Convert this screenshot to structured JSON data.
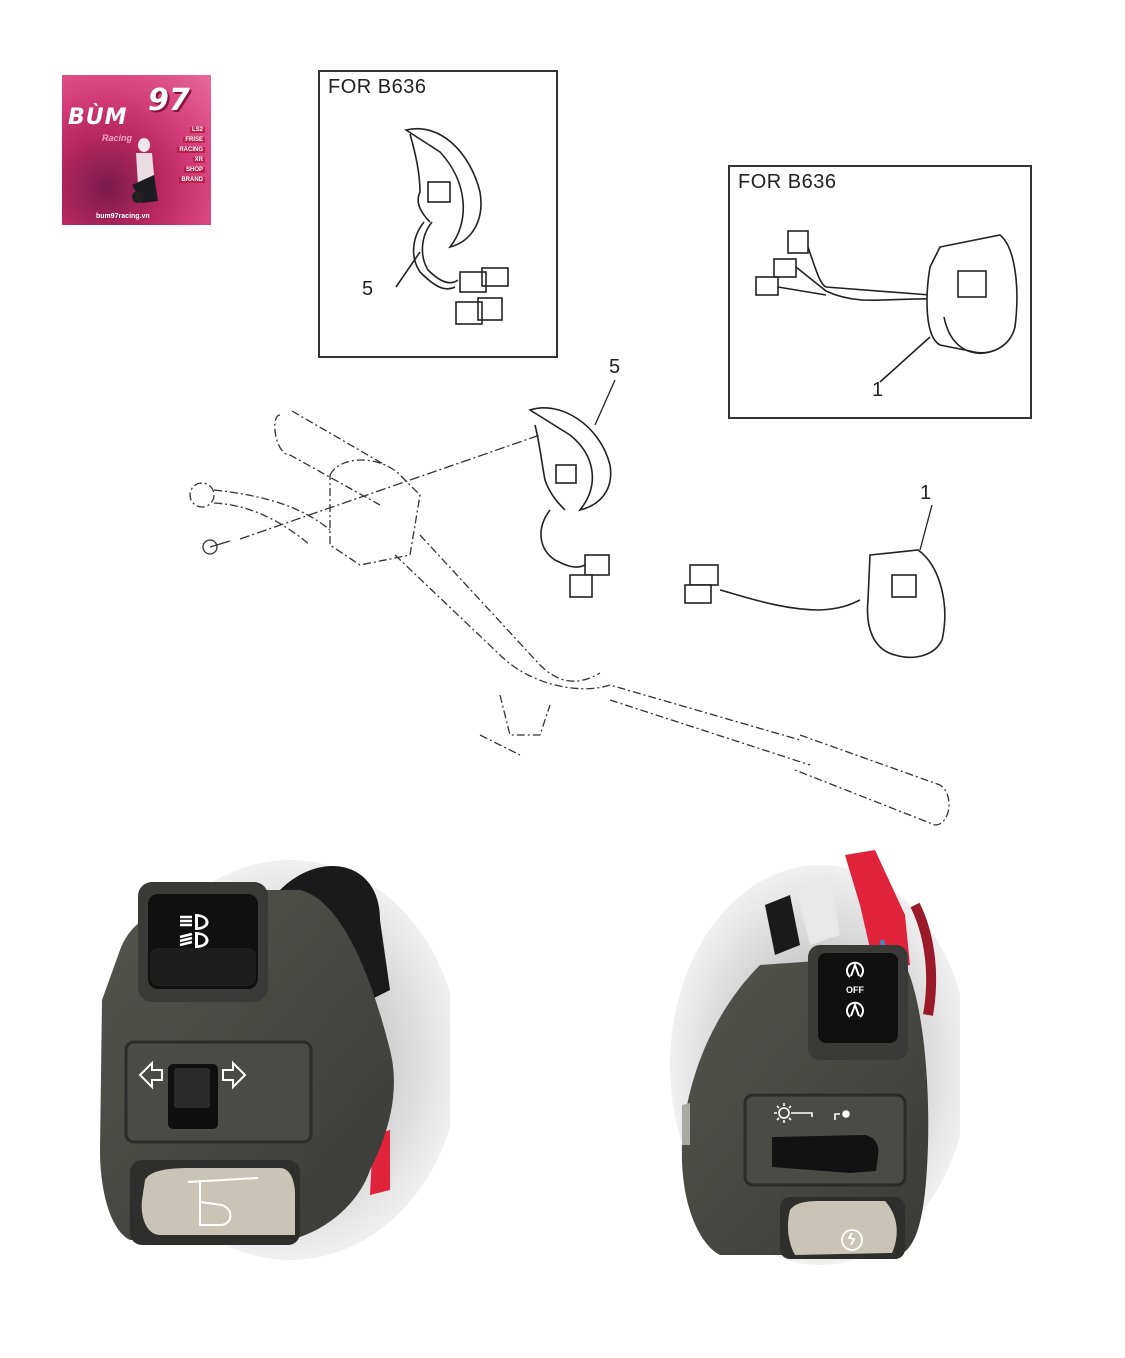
{
  "logo": {
    "brand_main": "BÙM",
    "brand_number": "97",
    "brand_sub": "Racing",
    "website": "bum97racing.vn",
    "sponsors": [
      "LS2",
      "FRISE",
      "RACING",
      "XR",
      "SHOP",
      "BRAND"
    ],
    "colors": {
      "primary": "#c22a68",
      "dark": "#7a1b4a"
    }
  },
  "diagram": {
    "inset_left": {
      "title": "FOR B636",
      "callout": "5"
    },
    "inset_right": {
      "title": "FOR B636",
      "callout": "1"
    },
    "main": {
      "callouts": [
        "5",
        "1"
      ]
    }
  },
  "photos": {
    "left_switch": {
      "description": "Left handlebar switch",
      "buttons": [
        {
          "name": "headlight-hi-lo-switch",
          "icons": [
            "high-beam-icon",
            "low-beam-icon"
          ]
        },
        {
          "name": "turn-signal-switch",
          "icons": [
            "arrow-left-icon",
            "arrow-right-icon"
          ]
        },
        {
          "name": "horn-button",
          "icons": [
            "horn-icon"
          ]
        }
      ],
      "colors": {
        "body": "#4a4a48",
        "button": "#121212",
        "horn": "#c9c4b6",
        "accent": "#e0223a"
      }
    },
    "right_switch": {
      "description": "Right handlebar switch",
      "buttons": [
        {
          "name": "auto-stop-switch",
          "labels": [
            "OFF"
          ],
          "icons": [
            "auto-stop-off-icon",
            "auto-stop-on-icon"
          ]
        },
        {
          "name": "light-switch",
          "icons": [
            "sun-light-icon",
            "position-icon"
          ]
        },
        {
          "name": "starter-button",
          "icons": [
            "starter-icon"
          ]
        }
      ],
      "colors": {
        "body": "#4a4a48",
        "button": "#121212",
        "starter": "#c9c4b6",
        "connector_red": "#e0223a",
        "connector_white": "#e8e8e8",
        "wire_blue": "#3a8ad6"
      }
    }
  }
}
